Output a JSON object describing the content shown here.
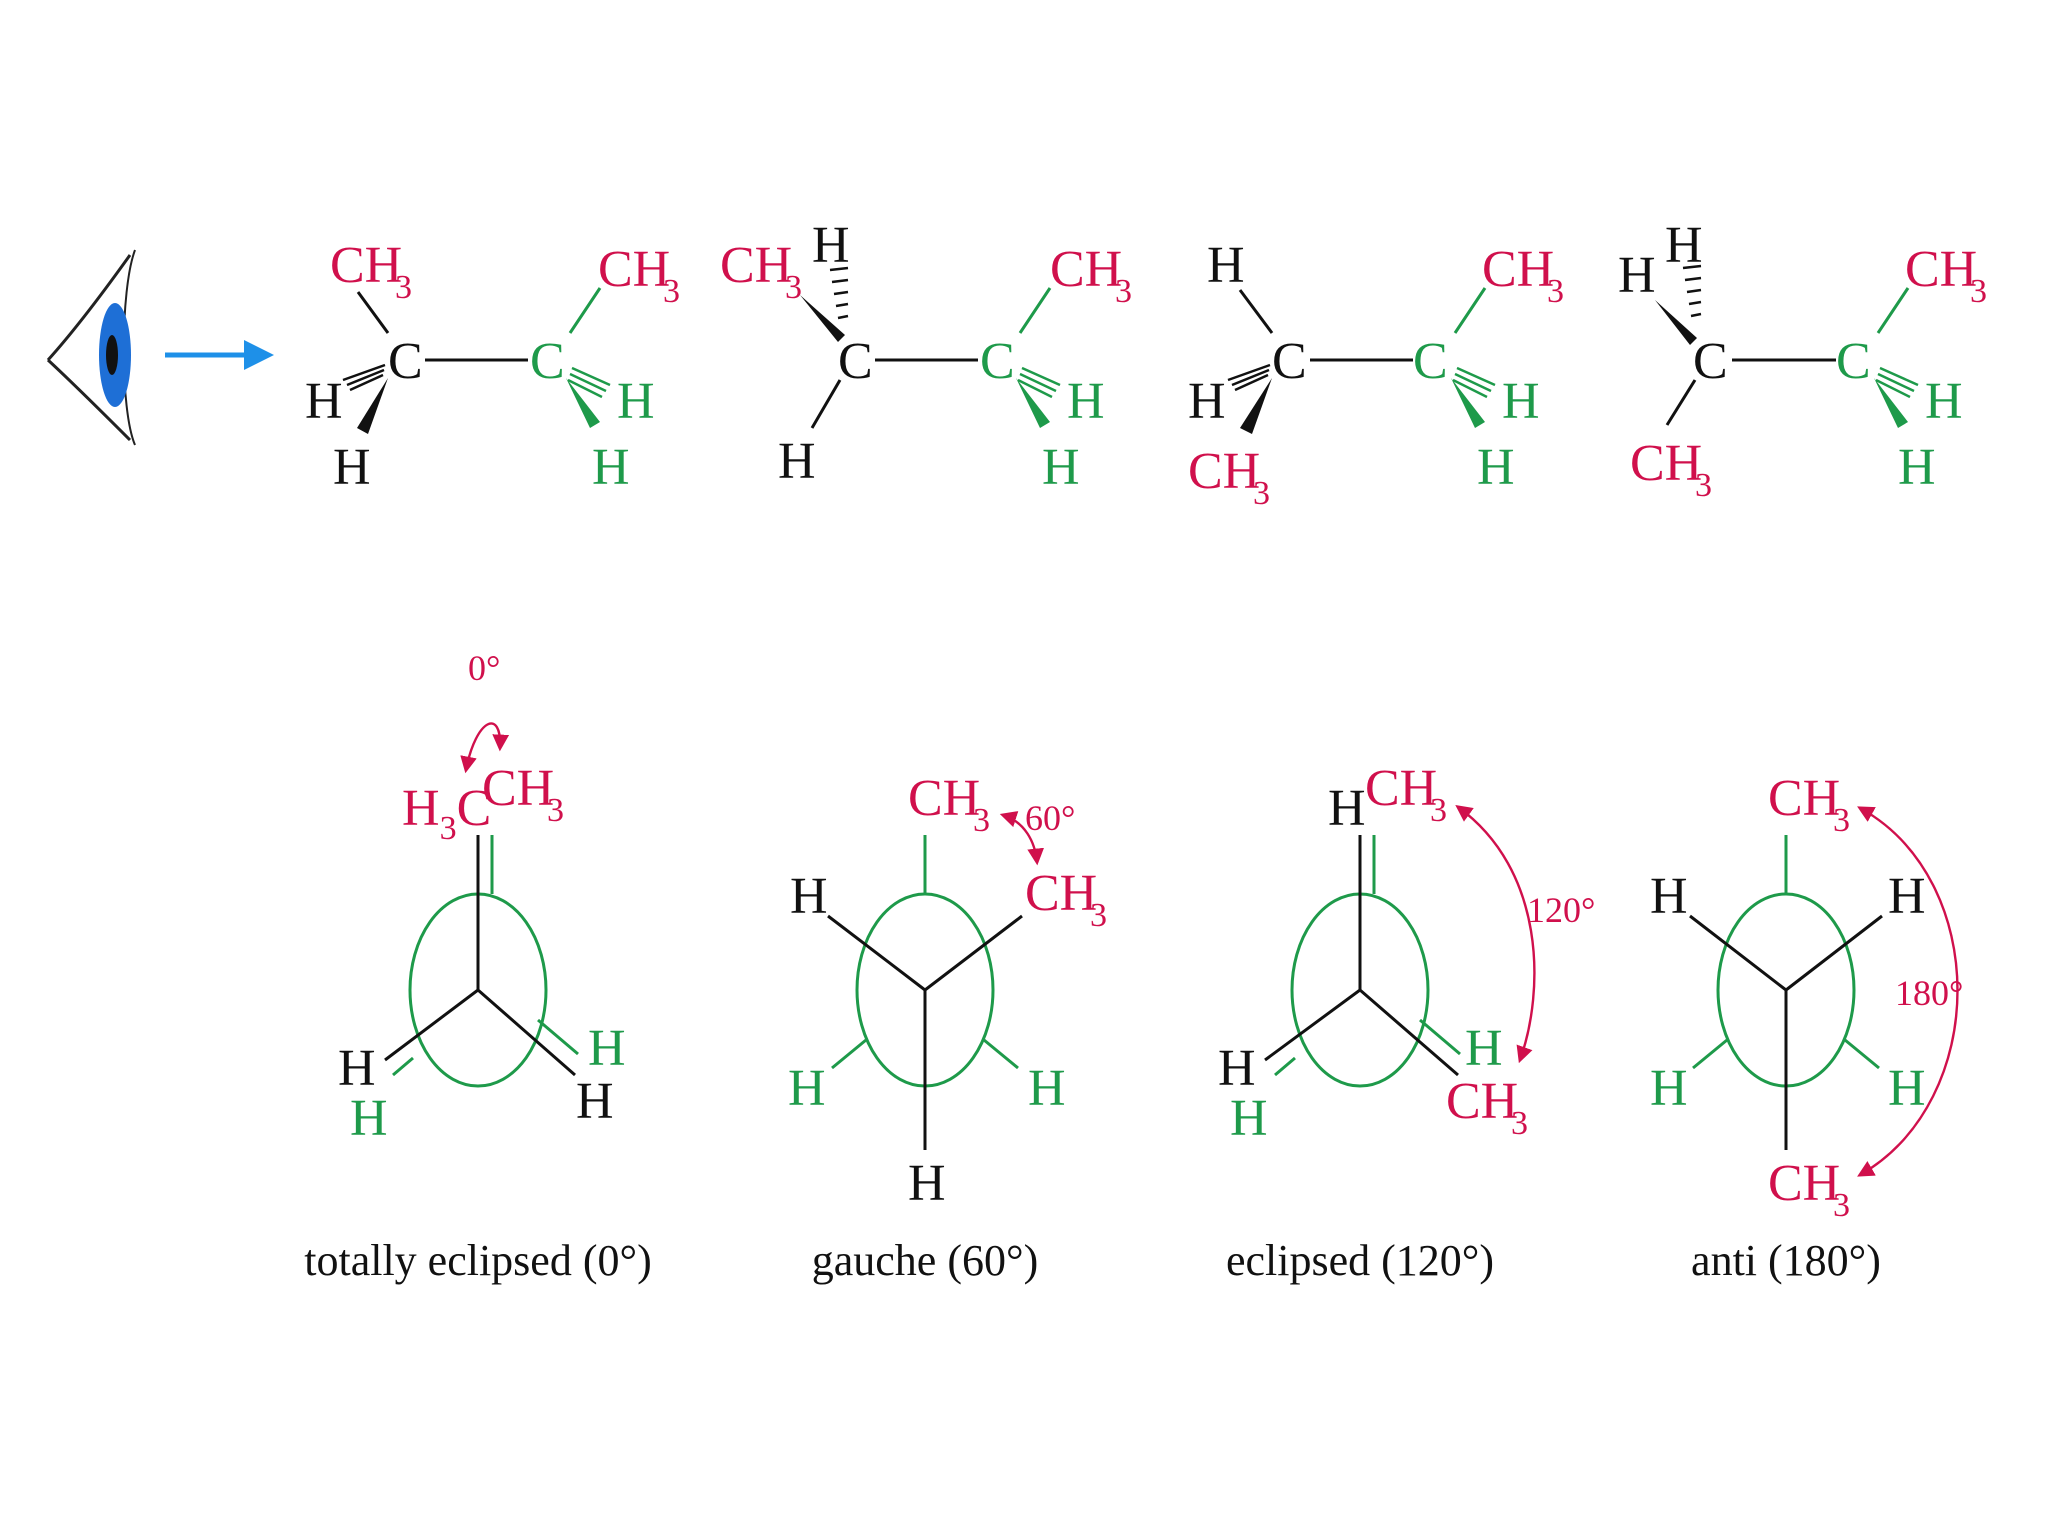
{
  "colors": {
    "front": "#111111",
    "back": "#1e9a4a",
    "methyl": "#d0104c",
    "arrow": "#1e90e8",
    "eye": "#1e6fd6"
  },
  "icons": {
    "viewer": "eye-icon",
    "view_direction": "arrow-right-icon"
  },
  "text": {
    "C": "C",
    "H": "H",
    "CH": "CH",
    "sub3": "3"
  },
  "conformations": [
    {
      "caption": "totally eclipsed (0°)",
      "angle": "0°"
    },
    {
      "caption": "gauche (60°)",
      "angle": "60°"
    },
    {
      "caption": "eclipsed (120°)",
      "angle": "120°"
    },
    {
      "caption": "anti (180°)",
      "angle": "180°"
    }
  ]
}
